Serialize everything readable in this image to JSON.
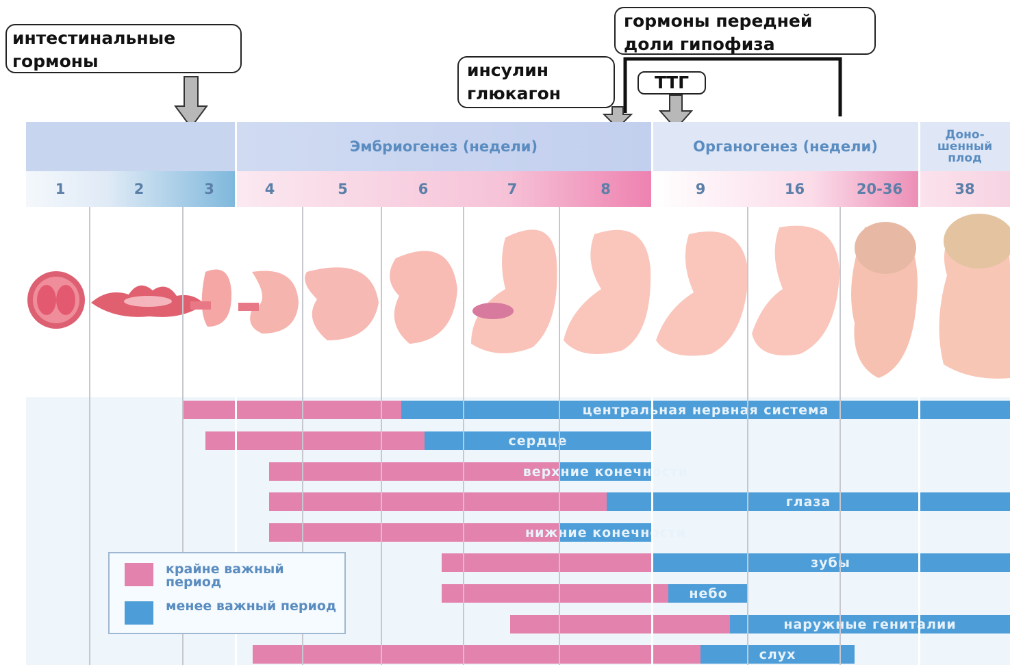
{
  "callouts": {
    "intestinal": "интестинальные гормоны",
    "pituitary": "гормоны передней доли гипофиза",
    "insulin": "инсулин глюкагон",
    "ttg": "ТТГ"
  },
  "headers": {
    "embryogenesis": "Эмбриогенез (недели)",
    "organogenesis": "Органогенез (недели)",
    "fullterm": "Доно-шенный плод"
  },
  "weeks": [
    "1",
    "2",
    "3",
    "4",
    "5",
    "6",
    "7",
    "8",
    "9",
    "16",
    "20-36",
    "38"
  ],
  "bars": [
    {
      "label": "центральная нервная система",
      "critical_from": "3",
      "critical_to": "5.5",
      "less_to": "38"
    },
    {
      "label": "сердце",
      "critical_from": "3.3",
      "critical_to": "6.2",
      "less_to": "8"
    },
    {
      "label": "верхние конечности",
      "critical_from": "4",
      "critical_to": "8",
      "less_to": "9"
    },
    {
      "label": "глаза",
      "critical_from": "4",
      "critical_to": "8.5",
      "less_to": "38"
    },
    {
      "label": "нижние конечности",
      "critical_from": "4",
      "critical_to": "8",
      "less_to": "9"
    },
    {
      "label": "зубы",
      "critical_from": "6.2",
      "critical_to": "8",
      "less_to": "38"
    },
    {
      "label": "небо",
      "critical_from": "6.2",
      "critical_to": "9",
      "less_to": "16"
    },
    {
      "label": "наружные гениталии",
      "critical_from": "7",
      "critical_to": "16",
      "less_to": "38"
    },
    {
      "label": "слух",
      "critical_from": "4",
      "critical_to": "9.5",
      "less_to": "20-36"
    }
  ],
  "legend": {
    "critical": "крайне важный период",
    "less": "менее важный период"
  },
  "colors": {
    "critical": "#e383ad",
    "less": "#4d9ed8",
    "header_band": "#c4d4ef",
    "week_pink": "#f6c6da"
  }
}
